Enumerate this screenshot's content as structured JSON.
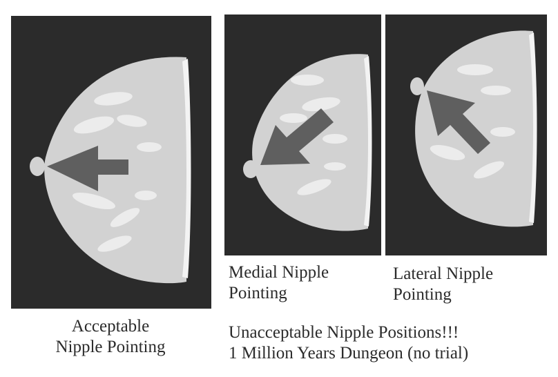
{
  "colors": {
    "frame": "#2b2b2b",
    "breast": "#d2d2d2",
    "breast_highlight": "#e6e6e6",
    "tissue": "#ececec",
    "arrow": "#5f5f5f",
    "rim": "#f3f3f3"
  },
  "panels": [
    {
      "id": "acceptable",
      "arrow_direction": "medial-horizontal"
    },
    {
      "id": "medial",
      "arrow_direction": "down-left"
    },
    {
      "id": "lateral",
      "arrow_direction": "up-left"
    }
  ],
  "captions": {
    "medial_line1": "Medial Nipple",
    "medial_line2": "Pointing",
    "lateral_line1": "Lateral Nipple",
    "lateral_line2": "Pointing",
    "acceptable_line1": "Acceptable",
    "acceptable_line2": "Nipple Pointing",
    "unacceptable_line1": "Unacceptable Nipple Positions!!!",
    "unacceptable_line2": "1 Million Years Dungeon (no trial)"
  }
}
